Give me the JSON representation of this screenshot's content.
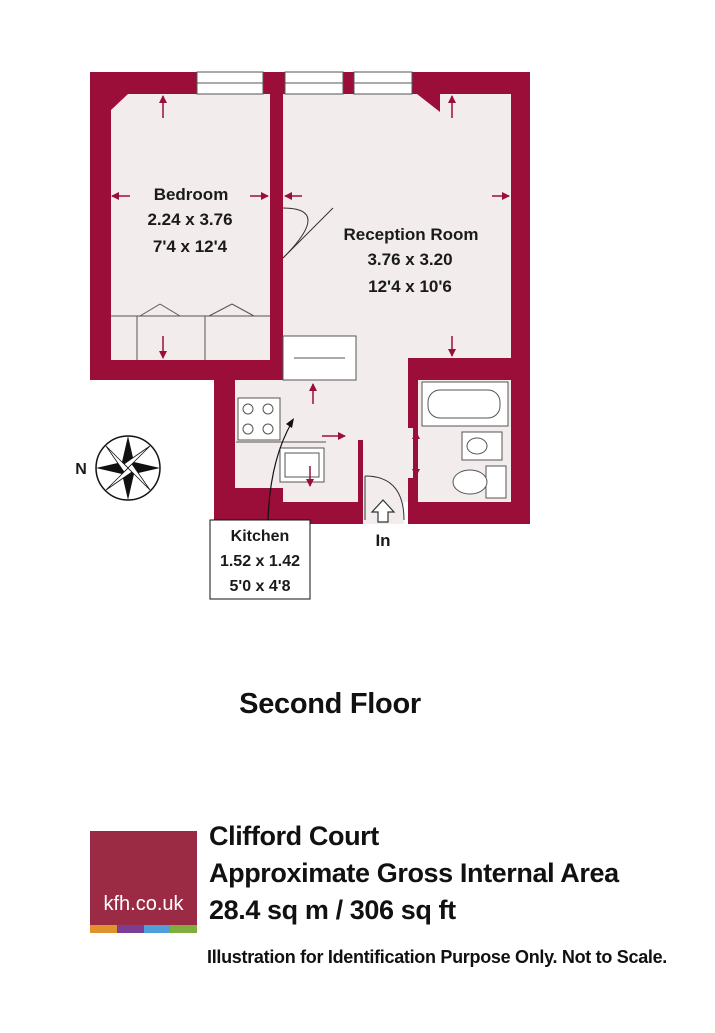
{
  "colors": {
    "wall": "#9b0e3a",
    "floor": "#f3ecec",
    "fixture_outline": "#555555",
    "logo_bg": "#9b2b45",
    "logo_stripes": [
      "#e0922c",
      "#7a3f94",
      "#4fa0d8",
      "#7fae3f"
    ]
  },
  "rooms": [
    {
      "id": "bedroom",
      "name": "Bedroom",
      "metric": "2.24 x 3.76",
      "imperial": "7'4 x 12'4"
    },
    {
      "id": "reception",
      "name": "Reception Room",
      "metric": "3.76 x 3.20",
      "imperial": "12'4 x 10'6"
    },
    {
      "id": "kitchen",
      "name": "Kitchen",
      "metric": "1.52 x 1.42",
      "imperial": "5'0 x 4'8"
    }
  ],
  "entrance_label": "In",
  "compass_label": "N",
  "floor_title": "Second Floor",
  "logo": {
    "text": "kfh.co.uk"
  },
  "property": {
    "name": "Clifford Court",
    "area_label": "Approximate Gross Internal Area",
    "area_value": "28.4 sq m / 306 sq ft"
  },
  "disclaimer": "Illustration for Identification Purpose Only. Not to Scale."
}
